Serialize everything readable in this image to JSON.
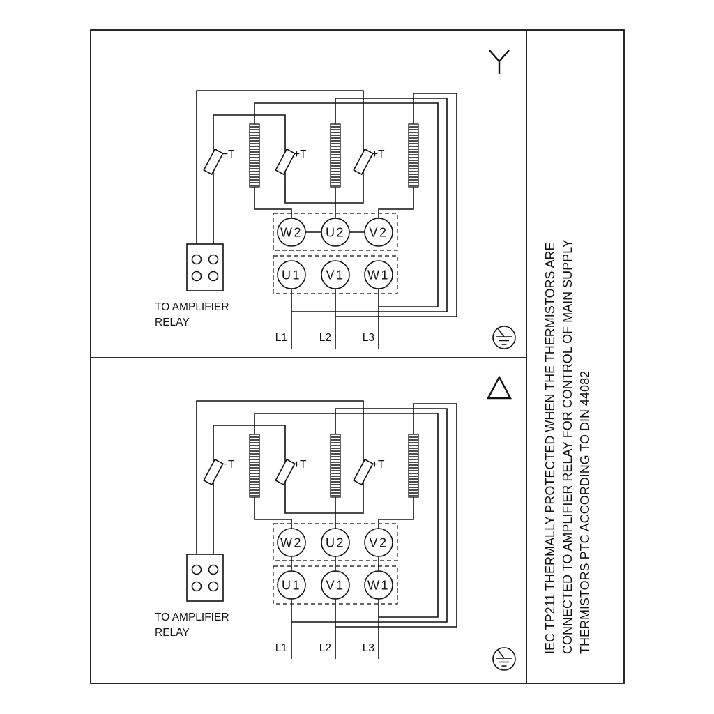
{
  "note": {
    "line1": "IEC TP211 THERMALLY PROTECTED WHEN THE THERMISTORS ARE",
    "line2": "CONNECTED TO AMPLIFIER RELAY FOR CONTROL OF MAIN SUPPLY",
    "line3": "THERMISTORS PTC ACCORDING TO DIN 44082"
  },
  "panels": {
    "star": {
      "connection": "star",
      "thermistor_label": "+T",
      "terminals_top": [
        "W2",
        "U2",
        "V2"
      ],
      "terminals_bottom": [
        "U1",
        "V1",
        "W1"
      ],
      "supply_lines": [
        "L1",
        "L2",
        "L3"
      ],
      "relay_label": [
        "TO AMPLIFIER",
        "RELAY"
      ]
    },
    "delta": {
      "connection": "delta",
      "thermistor_label": "+T",
      "terminals_top": [
        "W2",
        "U2",
        "V2"
      ],
      "terminals_bottom": [
        "U1",
        "V1",
        "W1"
      ],
      "supply_lines": [
        "L1",
        "L2",
        "L3"
      ],
      "relay_label": [
        "TO AMPLIFIER",
        "RELAY"
      ]
    }
  },
  "icons": {
    "star": "star-connection-symbol",
    "delta": "delta-connection-symbol",
    "ground": "protective-earth-symbol",
    "thermistor": "ptc-thermistor-symbol",
    "winding": "motor-winding-coil"
  },
  "colors": {
    "line": "#111111",
    "background": "#ffffff"
  }
}
